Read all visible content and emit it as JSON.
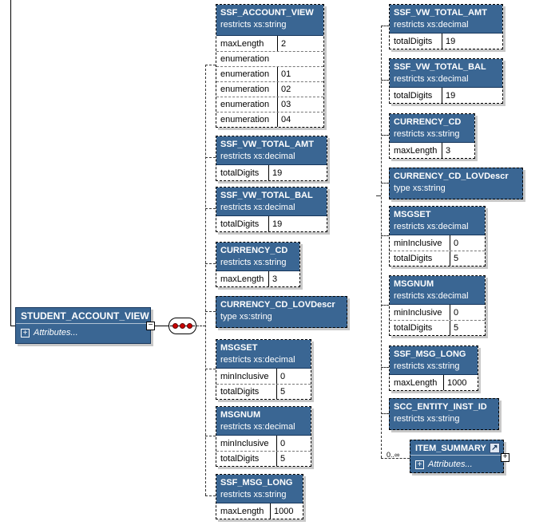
{
  "root_element": {
    "name": "STUDENT_ACCOUNT_VIEW",
    "attributes_label": "Attributes..."
  },
  "icons": {
    "plus": "+",
    "minus": "−",
    "link": "↗",
    "sequence": "sequence-compositor-three-dots"
  },
  "colors": {
    "node_blue": "#3A6693",
    "header_border": "#16365C",
    "shadow": "#C8C8C8",
    "connector": "#333333",
    "dot_red": "#CC0000"
  },
  "columns": [
    {
      "nodes": [
        {
          "name": "SSF_ACCOUNT_VIEW",
          "subtitle": "restricts xs:string",
          "facets": [
            {
              "label": "maxLength",
              "value": "2"
            },
            {
              "label": "enumeration",
              "value": ""
            },
            {
              "label": "enumeration",
              "value": "01"
            },
            {
              "label": "enumeration",
              "value": "02"
            },
            {
              "label": "enumeration",
              "value": "03"
            },
            {
              "label": "enumeration",
              "value": "04"
            }
          ]
        },
        {
          "name": "SSF_VW_TOTAL_AMT",
          "subtitle": "restricts xs:decimal",
          "facets": [
            {
              "label": "totalDigits",
              "value": "19"
            }
          ]
        },
        {
          "name": "SSF_VW_TOTAL_BAL",
          "subtitle": "restricts xs:decimal",
          "facets": [
            {
              "label": "totalDigits",
              "value": "19"
            }
          ]
        },
        {
          "name": "CURRENCY_CD",
          "subtitle": "restricts xs:string",
          "facets": [
            {
              "label": "maxLength",
              "value": "3"
            }
          ]
        },
        {
          "name": "CURRENCY_CD_LOVDescr",
          "subtitle": "type xs:string",
          "facets": []
        },
        {
          "name": "MSGSET",
          "subtitle": "restricts xs:decimal",
          "facets": [
            {
              "label": "minInclusive",
              "value": "0"
            },
            {
              "label": "totalDigits",
              "value": "5"
            }
          ]
        },
        {
          "name": "MSGNUM",
          "subtitle": "restricts xs:decimal",
          "facets": [
            {
              "label": "minInclusive",
              "value": "0"
            },
            {
              "label": "totalDigits",
              "value": "5"
            }
          ]
        },
        {
          "name": "SSF_MSG_LONG",
          "subtitle": "restricts xs:string",
          "facets": [
            {
              "label": "maxLength",
              "value": "1000"
            }
          ]
        }
      ]
    },
    {
      "nodes": [
        {
          "name": "SSF_VW_TOTAL_AMT",
          "subtitle": "restricts xs:decimal",
          "facets": [
            {
              "label": "totalDigits",
              "value": "19"
            }
          ]
        },
        {
          "name": "SSF_VW_TOTAL_BAL",
          "subtitle": "restricts xs:decimal",
          "facets": [
            {
              "label": "totalDigits",
              "value": "19"
            }
          ]
        },
        {
          "name": "CURRENCY_CD",
          "subtitle": "restricts xs:string",
          "facets": [
            {
              "label": "maxLength",
              "value": "3"
            }
          ]
        },
        {
          "name": "CURRENCY_CD_LOVDescr",
          "subtitle": "type xs:string",
          "facets": []
        },
        {
          "name": "MSGSET",
          "subtitle": "restricts xs:decimal",
          "facets": [
            {
              "label": "minInclusive",
              "value": "0"
            },
            {
              "label": "totalDigits",
              "value": "5"
            }
          ]
        },
        {
          "name": "MSGNUM",
          "subtitle": "restricts xs:decimal",
          "facets": [
            {
              "label": "minInclusive",
              "value": "0"
            },
            {
              "label": "totalDigits",
              "value": "5"
            }
          ]
        },
        {
          "name": "SSF_MSG_LONG",
          "subtitle": "restricts xs:string",
          "facets": [
            {
              "label": "maxLength",
              "value": "1000"
            }
          ]
        },
        {
          "name": "SCC_ENTITY_INST_ID",
          "subtitle": "restricts xs:string",
          "facets": []
        },
        {
          "name": "ITEM_SUMMARY",
          "attributes_label": "Attributes...",
          "occurrence": "0..∞"
        }
      ]
    }
  ]
}
